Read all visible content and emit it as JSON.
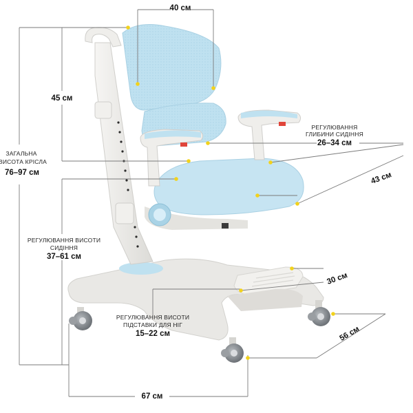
{
  "dimensions": {
    "seat_width": "40 см",
    "backrest_height": "45 см",
    "seat_depth_label": "43 см",
    "footrest_depth": "30 см",
    "base_depth": "56 см",
    "base_width": "67 см"
  },
  "annotations": {
    "total_height_caption_1": "ЗАГАЛЬНА",
    "total_height_caption_2": "ВИСОТА КРІСЛА",
    "total_height_value": "76–97 см",
    "seat_height_caption_1": "РЕГУЛЮВАННЯ ВИСОТИ",
    "seat_height_caption_2": "СИДІННЯ",
    "seat_height_value": "37–61 см",
    "seat_depth_caption_1": "РЕГУЛЮВАННЯ",
    "seat_depth_caption_2": "ГЛИБИНИ СИДІННЯ",
    "seat_depth_value": "26–34 см",
    "footrest_caption_1": "РЕГУЛЮВАННЯ ВИСОТИ",
    "footrest_caption_2": "ПІДСТАВКИ ДЛЯ НІГ",
    "footrest_value": "15–22 см"
  },
  "colors": {
    "upholstery": "#bfe1f0",
    "frame": "#ecebe8",
    "dimension_line": "#7a7a7a",
    "marker": "#f2d21c",
    "caster": "#8a8f94",
    "accent_red": "#e0453a"
  }
}
